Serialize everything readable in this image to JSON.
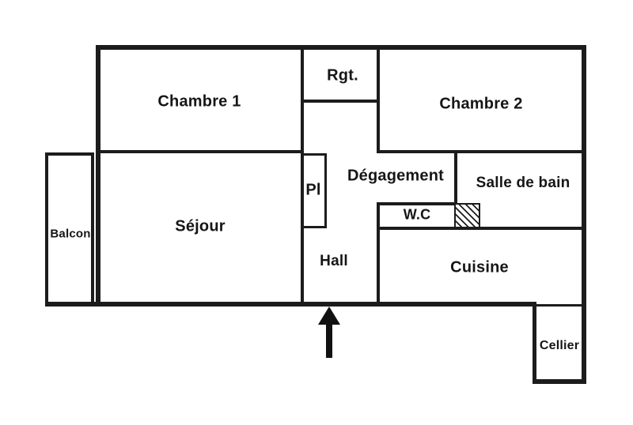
{
  "plan": {
    "type": "apartment-floor-plan",
    "background_color": "#ffffff",
    "wall_color": "#1c1c1c",
    "text_color": "#161616",
    "labels": {
      "chambre1": "Chambre 1",
      "rgt": "Rgt.",
      "chambre2": "Chambre 2",
      "degagement": "Dégagement",
      "salle_de_bain": "Salle de bain",
      "pl": "Pl",
      "wc": "W.C",
      "sejour": "Séjour",
      "balcon": "Balcon",
      "hall": "Hall",
      "cuisine": "Cuisine",
      "cellier": "Cellier"
    },
    "entrance_arrow_direction": "up"
  }
}
